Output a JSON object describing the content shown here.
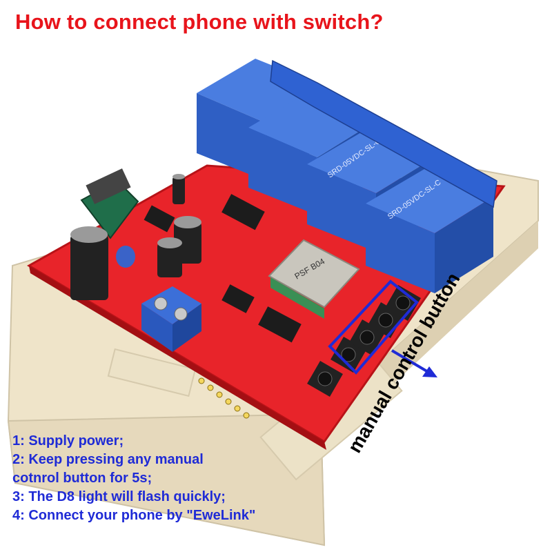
{
  "title": "How to connect phone with switch?",
  "callout_label": "manual control button",
  "steps": [
    "1: Supply power;",
    "2: Keep pressing any manual",
    "cotnrol button for 5s;",
    "3: The D8 light will flash quickly;",
    "4: Connect your phone by \"EweLink\""
  ],
  "relay_marking": "SRD-05VDC-SL-C",
  "module_marking": "PSF B04",
  "colors": {
    "title": "#e8141b",
    "steps_text": "#1f2bd6",
    "pcb": "#e8242a",
    "relay": "#2f5fc4",
    "enclosure": "#efe4c9",
    "highlight_box": "#1f2bd6"
  }
}
